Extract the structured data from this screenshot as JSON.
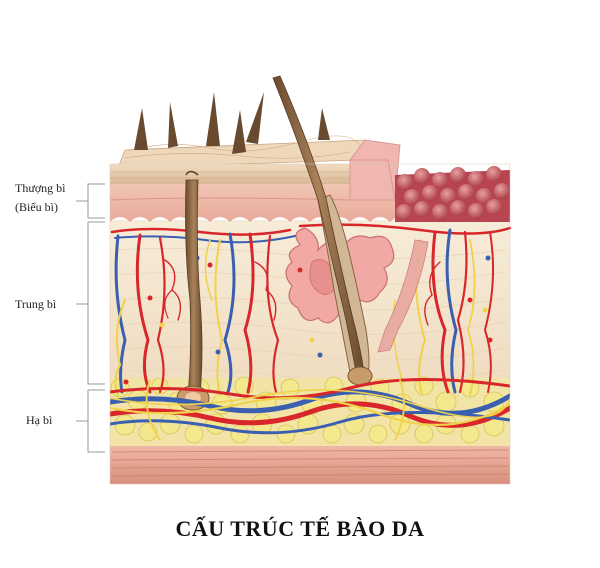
{
  "title": "CẤU TRÚC TẾ BÀO DA",
  "labels": {
    "epidermis_line1": "Thượng bì",
    "epidermis_line2": "(Biểu bì)",
    "dermis": "Trung bì",
    "hypodermis": "Hạ bì"
  },
  "colors": {
    "epidermis": "#f0c2b0",
    "stratum_corneum": "#e9d2b6",
    "dermis": "#f4e6cf",
    "fat": "#f3e58a",
    "muscle": "#e6a493",
    "artery": "#d8262b",
    "vein": "#3a5fb0",
    "nerve": "#f0d24a",
    "hair": "#8a6440"
  }
}
